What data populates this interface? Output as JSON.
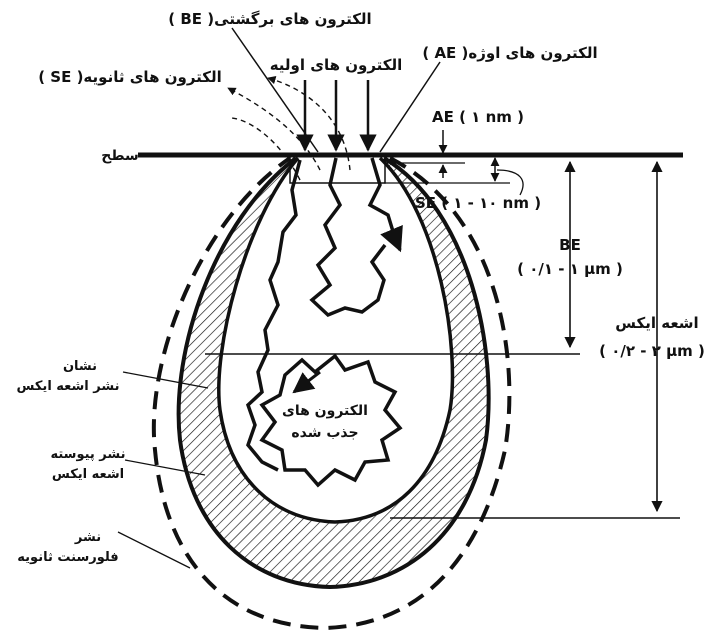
{
  "labels": {
    "backscattered": "الکترون های برگشتی( BE )",
    "primary": "الکترون های اولیه",
    "auger": "الکترون های اوژه( AE )",
    "secondary": "الکترون های ثانویه( SE )",
    "surface": "سطح",
    "ae_depth": "AE ( ۱ nm )",
    "se_depth": "SE ( ۱ - ۱۰ nm )",
    "be_title": "BE",
    "be_depth": "( ۰/۱ - ۱ μm )",
    "xray_title": "اشعه ایکس",
    "xray_depth": "( ۰/۲ - ۲ μm )",
    "characteristic_line1": "نشان",
    "characteristic_line2": "نشر اشعه ایکس",
    "continuous_line1": "نشر پیوسته",
    "continuous_line2": "اشعه ایکس",
    "fluorescence_line1": "نشر",
    "fluorescence_line2": "فلورسنت ثانویه",
    "absorbed_line1": "الکترون های",
    "absorbed_line2": "جذب شده"
  },
  "colors": {
    "ink": "#111111",
    "background": "#ffffff"
  }
}
